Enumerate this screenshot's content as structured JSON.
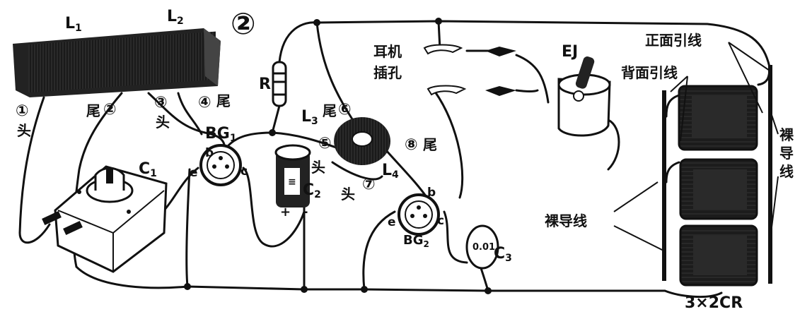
{
  "figure": {
    "number": "②"
  },
  "components": {
    "L1": "L",
    "L1_sub": "1",
    "L2": "L",
    "L2_sub": "2",
    "R": "R",
    "L3": "L",
    "L3_sub": "3",
    "L4": "L",
    "L4_sub": "4",
    "BG1": "BG",
    "BG1_sub": "1",
    "BG2": "BG",
    "BG2_sub": "2",
    "C1": "C",
    "C1_sub": "1",
    "C2": "C",
    "C2_sub": "2",
    "C3": "C",
    "C3_sub": "3",
    "C3_value": "0.01",
    "EJ": "EJ",
    "battery": "3×2CR",
    "pin_b1": "b",
    "pin_c1": "c",
    "pin_e1": "e",
    "pin_b2": "b",
    "pin_c2": "c",
    "pin_e2": "e",
    "c2_plus": "+",
    "c2_minus": "-"
  },
  "labels": {
    "earphone": "耳机",
    "jack": "插孔",
    "front_lead": "正面引线",
    "back_lead": "背面引线",
    "bare_wire": "裸导线",
    "bare_wire_vertical": [
      "裸",
      "导",
      "线"
    ],
    "head": "头",
    "tail": "尾"
  },
  "terminals": {
    "t1": "①",
    "t2": "②",
    "t3": "③",
    "t4": "④",
    "t5": "⑤",
    "t6": "⑥",
    "t7": "⑦",
    "t8": "⑧"
  }
}
